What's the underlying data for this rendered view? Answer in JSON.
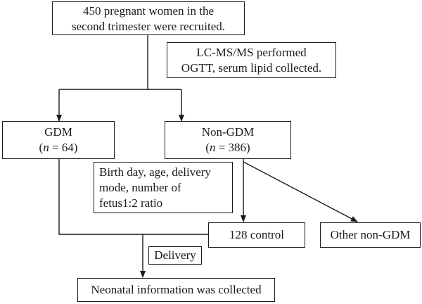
{
  "recruitment": {
    "line1": "450 pregnant women in the",
    "line2": "second trimester were recruited."
  },
  "procedures": {
    "line1": "LC-MS/MS performed",
    "line2": "OGTT, serum lipid collected."
  },
  "gdm": {
    "label": "GDM",
    "count_var": "n",
    "count_rest": " = 64)"
  },
  "non_gdm": {
    "label": "Non-GDM",
    "count_var": "n",
    "count_rest": " = 386)"
  },
  "matching": {
    "line1": "Birth day, age, delivery",
    "line2": "mode, number of",
    "line3": "fetus1:2 ratio"
  },
  "control": {
    "label": "128 control"
  },
  "other": {
    "label": "Other non-GDM"
  },
  "delivery": {
    "label": "Delivery"
  },
  "neonatal": {
    "label": "Neonatal information was collected"
  }
}
